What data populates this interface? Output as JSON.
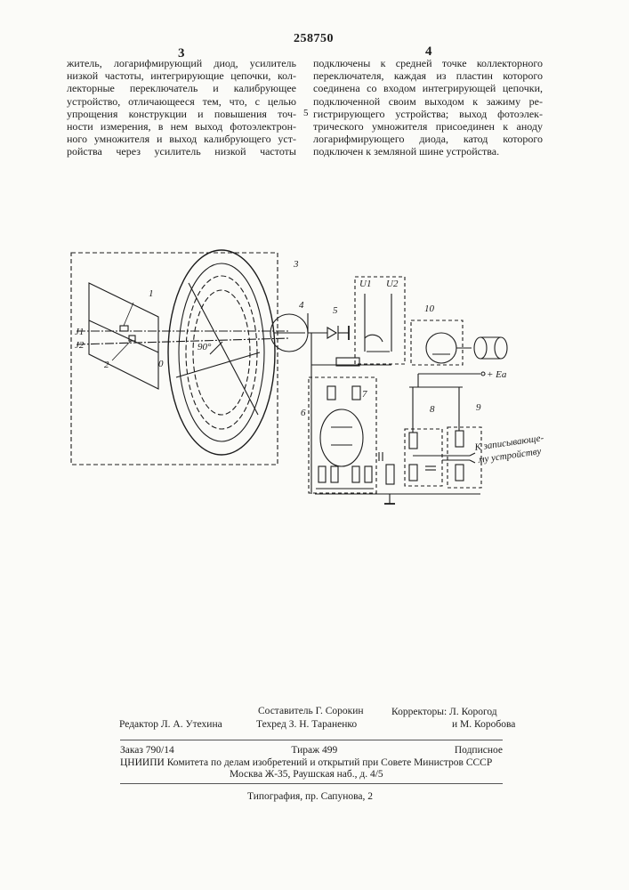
{
  "header": {
    "patent_number": "258750",
    "column_left_number": "3",
    "column_right_number": "4",
    "line_mark": "5"
  },
  "column_left": {
    "lines": [
      "житель, логарифмирующий диод, усилитель",
      "низкой частоты, интегрирующие цепочки, кол-",
      "лекторные переключатель и калибрующее",
      "устройство, отличающееся тем, что, с целью",
      "упрощения конструкции и повышения точ-",
      "ности измерения, в нем выход фотоэлектрон-",
      "ного умножителя и выход калибрующего уст-",
      "ройства через усилитель низкой частоты"
    ]
  },
  "column_right": {
    "lines": [
      "подключены к средней точке коллекторного",
      "переключателя, каждая из пластин которого",
      "соединена со входом интегрирующей цепочки,",
      "подключенной своим выходом к зажиму ре-",
      "гистрирующего устройства; выход фотоэлек-",
      "трического умножителя присоединен к аноду",
      "логарифмирующего диода, катод которого",
      "подключен к земляной шине устройства."
    ]
  },
  "figure": {
    "labels": {
      "n1": "1",
      "n2": "2",
      "n3": "3",
      "n4": "4",
      "n5": "5",
      "n6": "6",
      "n7": "7",
      "n8": "8",
      "n9": "9",
      "n10": "10",
      "j1": "J1",
      "j2": "J2",
      "o": "0",
      "angle": "90°",
      "u1": "U1",
      "u2": "U2",
      "ea": "+ Ea",
      "rec1": "К записывающе-",
      "rec2": "му устройству"
    }
  },
  "footer": {
    "compiler": "Составитель Г. Сорокин",
    "editor": "Редактор Л. А. Утехина",
    "techred": "Техред З. Н. Тараненко",
    "correctors_1": "Корректоры: Л. Корогод",
    "correctors_2": "и М. Коробова",
    "order": "Заказ 790/14",
    "circulation": "Тираж 499",
    "subscription": "Подписное",
    "org": "ЦНИИПИ Комитета по делам изобретений и открытий при Совете Министров СССР",
    "address": "Москва Ж-35, Раушская наб., д. 4/5",
    "printing": "Типография, пр. Сапунова, 2"
  }
}
